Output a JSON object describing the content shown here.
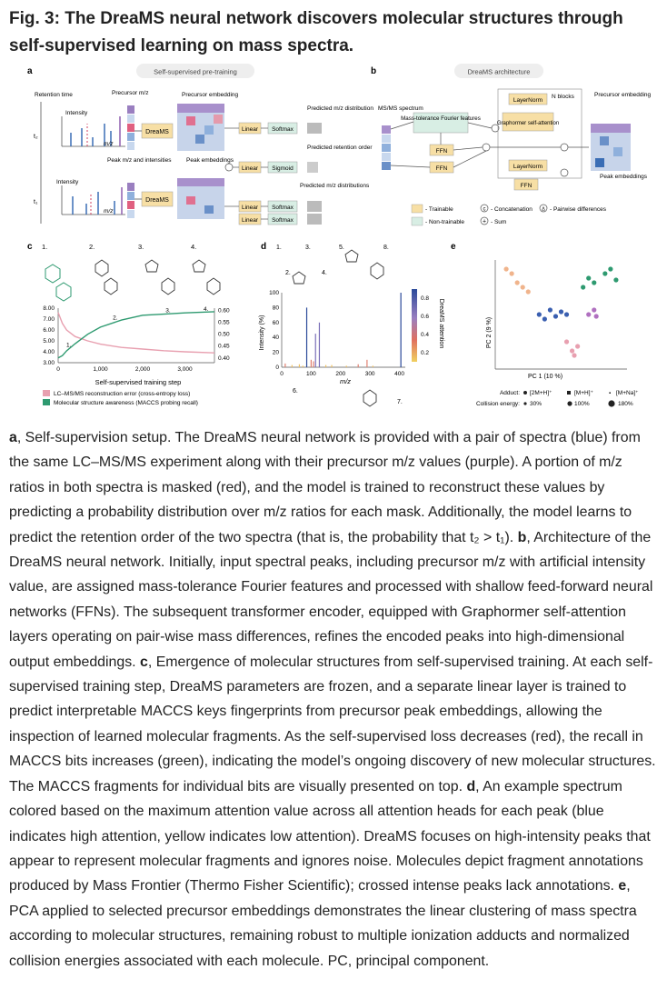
{
  "title": "Fig. 3: The DreaMS neural network discovers molecular structures through self-supervised learning on mass spectra.",
  "panel_a": {
    "letter": "a",
    "header": "Self-supervised pre-training",
    "retention_time": "Retention time",
    "intensity": "Intensity",
    "precursor_mz": "Precursor m/z",
    "mz": "m/z",
    "t2": "t₂",
    "t1": "t₁",
    "peak_mz": "Peak m/z and intensities",
    "dreams": "DreaMS",
    "precursor_embedding": "Precursor embedding",
    "peak_embeddings": "Peak embeddings",
    "linear": "Linear",
    "softmax": "Softmax",
    "sigmoid": "Sigmoid",
    "pred_mz": "Predicted m/z distribution",
    "pred_rt": "Predicted retention order",
    "pred_mz2": "Predicted m/z distributions"
  },
  "panel_b": {
    "letter": "b",
    "header": "DreaMS architecture",
    "msms": "MS/MS spectrum",
    "mtff": "Mass-tolerance Fourier features",
    "ffn": "FFN",
    "layernorm": "LayerNorm",
    "n_blocks": "N blocks",
    "graphormer": "Graphormer self-attention",
    "precursor_embedding": "Precursor embedding",
    "peak_embeddings": "Peak embeddings",
    "legend_trainable": "- Trainable",
    "legend_nontrainable": "- Non-trainable",
    "legend_concat": "- Concatenation",
    "legend_pairwise": "- Pairwise differences",
    "legend_sum": "- Sum",
    "sym_concat": "c",
    "sym_pairwise": "Δ",
    "sym_sum": "+"
  },
  "panel_c": {
    "letter": "c",
    "xlabel": "Self-supervised training step",
    "legend_red": "LC–MS/MS reconstruction error (cross-entropy loss)",
    "legend_green": "Molecular structure awareness (MACCS probing recall)",
    "mol_labels": [
      "1.",
      "2.",
      "3.",
      "4."
    ],
    "point_labels": [
      "1.",
      "2.",
      "3.",
      "4."
    ],
    "left_ticks": [
      "8.00",
      "7.00",
      "6.00",
      "5.00",
      "4.00",
      "3.00"
    ],
    "right_ticks": [
      "0.60",
      "0.55",
      "0.50",
      "0.45",
      "0.40"
    ],
    "x_ticks": [
      "0",
      "1,000",
      "2,000",
      "3,000"
    ]
  },
  "panel_d": {
    "letter": "d",
    "ylabel": "Intensity (%)",
    "xlabel": "m/z",
    "cbar_label": "DreaMS attention",
    "y_ticks": [
      "100",
      "80",
      "60",
      "40",
      "20",
      "0"
    ],
    "x_ticks": [
      "0",
      "100",
      "200",
      "300",
      "400"
    ],
    "cbar_ticks": [
      "0.8",
      "0.6",
      "0.4",
      "0.2"
    ],
    "mol_labels": [
      "1.",
      "2.",
      "3.",
      "4.",
      "5.",
      "6.",
      "7.",
      "8."
    ]
  },
  "panel_e": {
    "letter": "e",
    "xlabel": "PC 1 (10 %)",
    "ylabel": "PC 2 (9 %)",
    "adduct_label": "Adduct:",
    "adducts": [
      "[2M+H]⁺",
      "[M+H]⁺",
      "[M+Na]⁺"
    ],
    "ce_label": "Collision energy:",
    "energies": [
      "30%",
      "100%",
      "180%"
    ]
  },
  "chart_data": [
    {
      "type": "line",
      "series": [
        {
          "name": "LC–MS/MS reconstruction error (cross-entropy loss)",
          "axis": "left",
          "x": [
            0,
            100,
            200,
            400,
            700,
            1000,
            1500,
            2000,
            2500,
            3000,
            3700
          ],
          "values": [
            7.6,
            6.6,
            6.0,
            5.4,
            5.0,
            4.7,
            4.4,
            4.25,
            4.1,
            4.0,
            3.9
          ]
        },
        {
          "name": "Molecular structure awareness (MACCS probing recall)",
          "axis": "right",
          "x": [
            0,
            100,
            200,
            400,
            700,
            1000,
            1500,
            2000,
            2500,
            3000,
            3700
          ],
          "values": [
            0.4,
            0.41,
            0.43,
            0.46,
            0.5,
            0.53,
            0.56,
            0.58,
            0.585,
            0.59,
            0.595
          ]
        }
      ],
      "xlabel": "Self-supervised training step",
      "xlim": [
        0,
        3700
      ],
      "ylim_left": [
        3,
        8
      ],
      "ylim_right": [
        0.38,
        0.61
      ],
      "grid": false
    },
    {
      "type": "bar",
      "x": [
        12,
        35,
        60,
        72,
        85,
        100,
        108,
        115,
        128,
        150,
        170,
        220,
        260,
        290,
        310,
        405
      ],
      "values": [
        5,
        3,
        4,
        2,
        80,
        10,
        8,
        45,
        60,
        3,
        3,
        2,
        4,
        10,
        2,
        100
      ],
      "attention": [
        0.3,
        0.2,
        0.2,
        0.2,
        0.8,
        0.3,
        0.3,
        0.5,
        0.6,
        0.2,
        0.2,
        0.2,
        0.3,
        0.3,
        0.2,
        0.85
      ],
      "xlabel": "m/z",
      "ylabel": "Intensity (%)",
      "xlim": [
        0,
        420
      ],
      "ylim": [
        0,
        100
      ]
    },
    {
      "type": "scatter",
      "xlabel": "PC 1 (10 %)",
      "ylabel": "PC 2 (9 %)",
      "series": [
        {
          "color": "#f0b48c",
          "x": [
            -0.2,
            -0.15,
            -0.1,
            -0.05,
            0.0
          ],
          "y": [
            0.5,
            0.45,
            0.35,
            0.3,
            0.25
          ]
        },
        {
          "color": "#3a5fb0",
          "x": [
            0.1,
            0.15,
            0.2,
            0.25,
            0.3,
            0.35
          ],
          "y": [
            0.0,
            -0.05,
            0.05,
            -0.02,
            0.03,
            0.0
          ]
        },
        {
          "color": "#2e9a70",
          "x": [
            0.5,
            0.55,
            0.6,
            0.7,
            0.75,
            0.8
          ],
          "y": [
            0.3,
            0.4,
            0.35,
            0.45,
            0.5,
            0.38
          ]
        },
        {
          "color": "#e8a0b0",
          "x": [
            0.35,
            0.4,
            0.45,
            0.42
          ],
          "y": [
            -0.3,
            -0.4,
            -0.35,
            -0.45
          ]
        },
        {
          "color": "#b070c0",
          "x": [
            0.55,
            0.6,
            0.62
          ],
          "y": [
            0.0,
            0.05,
            -0.02
          ]
        }
      ]
    }
  ],
  "caption": {
    "a_letter": "a",
    "a_text": ", Self-supervision setup. The DreaMS neural network is provided with a pair of spectra (blue) from the same LC–MS/MS experiment along with their precursor m/z values (purple). A portion of m/z ratios in both spectra is masked (red), and the model is trained to reconstruct these values by predicting a probability distribution over m/z ratios for each mask. Additionally, the model learns to predict the retention order of the two spectra (that is, the probability that t₂ > t₁).",
    "b_letter": "b",
    "b_text": ", Architecture of the DreaMS neural network. Initially, input spectral peaks, including precursor m/z with artificial intensity value, are assigned mass-tolerance Fourier features and processed with shallow feed-forward neural networks (FFNs). The subsequent transformer encoder, equipped with Graphormer self-attention layers operating on pair-wise mass differences, refines the encoded peaks into high-dimensional output embeddings.",
    "c_letter": "c",
    "c_text": ", Emergence of molecular structures from self-supervised training. At each self-supervised training step, DreaMS parameters are frozen, and a separate linear layer is trained to predict interpretable MACCS keys fingerprints from precursor peak embeddings, allowing the inspection of learned molecular fragments. As the self-supervised loss decreases (red), the recall in MACCS bits increases (green), indicating the model’s ongoing discovery of new molecular structures. The MACCS fragments for individual bits are visually presented on top.",
    "d_letter": "d",
    "d_text": ", An example spectrum colored based on the maximum attention value across all attention heads for each peak (blue indicates high attention, yellow indicates low attention). DreaMS focuses on high-intensity peaks that appear to represent molecular fragments and ignores noise. Molecules depict fragment annotations produced by Mass Frontier (Thermo Fisher Scientific); crossed intense peaks lack annotations.",
    "e_letter": "e",
    "e_text": ", PCA applied to selected precursor embeddings demonstrates the linear clustering of mass spectra according to molecular structures, remaining robust to multiple ionization adducts and normalized collision energies associated with each molecule. PC, principal component."
  }
}
